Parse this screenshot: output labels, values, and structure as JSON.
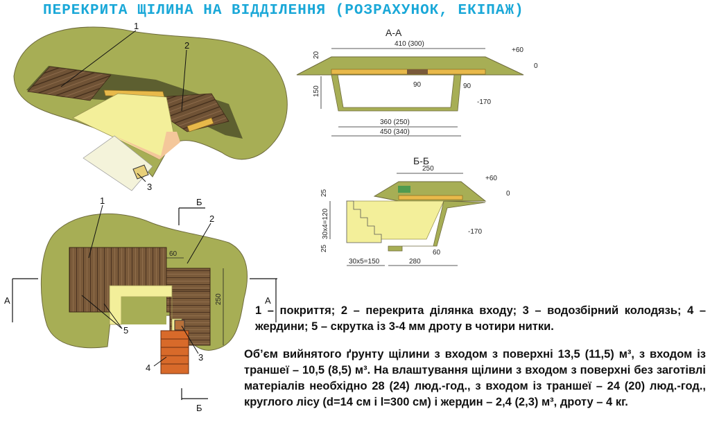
{
  "title": "ПЕРЕКРИТА ЩІЛИНА НА ВІДДІЛЕННЯ (РОЗРАХУНОК, ЕКІПАЖ)",
  "section_aa": {
    "label": "А-А",
    "dims": {
      "top_width": "410 (300)",
      "left_height_top": "20",
      "depth": "150",
      "offset_right": "90",
      "offset_right2": "90",
      "bottom_width": "360 (250)",
      "total_width": "450 (340)",
      "level_plus": "+60",
      "level_zero": "0",
      "level_minus": "-170"
    }
  },
  "section_bb": {
    "label": "Б-Б",
    "dims": {
      "top_width": "250",
      "left_top": "25",
      "stair_height": "30х4=120",
      "left_bottom": "25",
      "stair_run": "30х5=150",
      "bottom_width": "280",
      "offset": "60",
      "level_plus": "+60",
      "level_zero": "0",
      "level_minus": "-170"
    }
  },
  "plan": {
    "cut_a": "А",
    "cut_b": "Б",
    "dim_60": "60",
    "dim_250": "250",
    "callouts": [
      "1",
      "2",
      "3",
      "4",
      "5"
    ]
  },
  "iso": {
    "callouts": [
      "1",
      "2",
      "3"
    ]
  },
  "legend_text": "1 – покриття; 2 – перекрита ділянка входу; 3 – водозбірний колодязь; 4 – жердини; 5 – скрутка із 3-4 мм дроту в чотири нитки.",
  "volume_text": "Об’єм вийнятого ґрунту щілини з входом з поверхні 13,5 (11,5) м³, з входом із траншеї – 10,5 (8,5) м³. На влаштування щілини з входом з поверхні без заготівлі матеріалів необхідно 28 (24) люд.-год., з входом із траншеї – 24 (20) люд.-год., круглого лісу (d=14 см і l=300 см) і жердин – 2,4 (2,3) м³, дроту – 4 кг.",
  "colors": {
    "title": "#1aa8d8",
    "earth": "#a7ae55",
    "earth_dark": "#6d6a3c",
    "cover_wood": "#7a5a3a",
    "inner_wall": "#f3ef9a",
    "floor": "#f4c79a",
    "log_yellow": "#e8b94a"
  }
}
